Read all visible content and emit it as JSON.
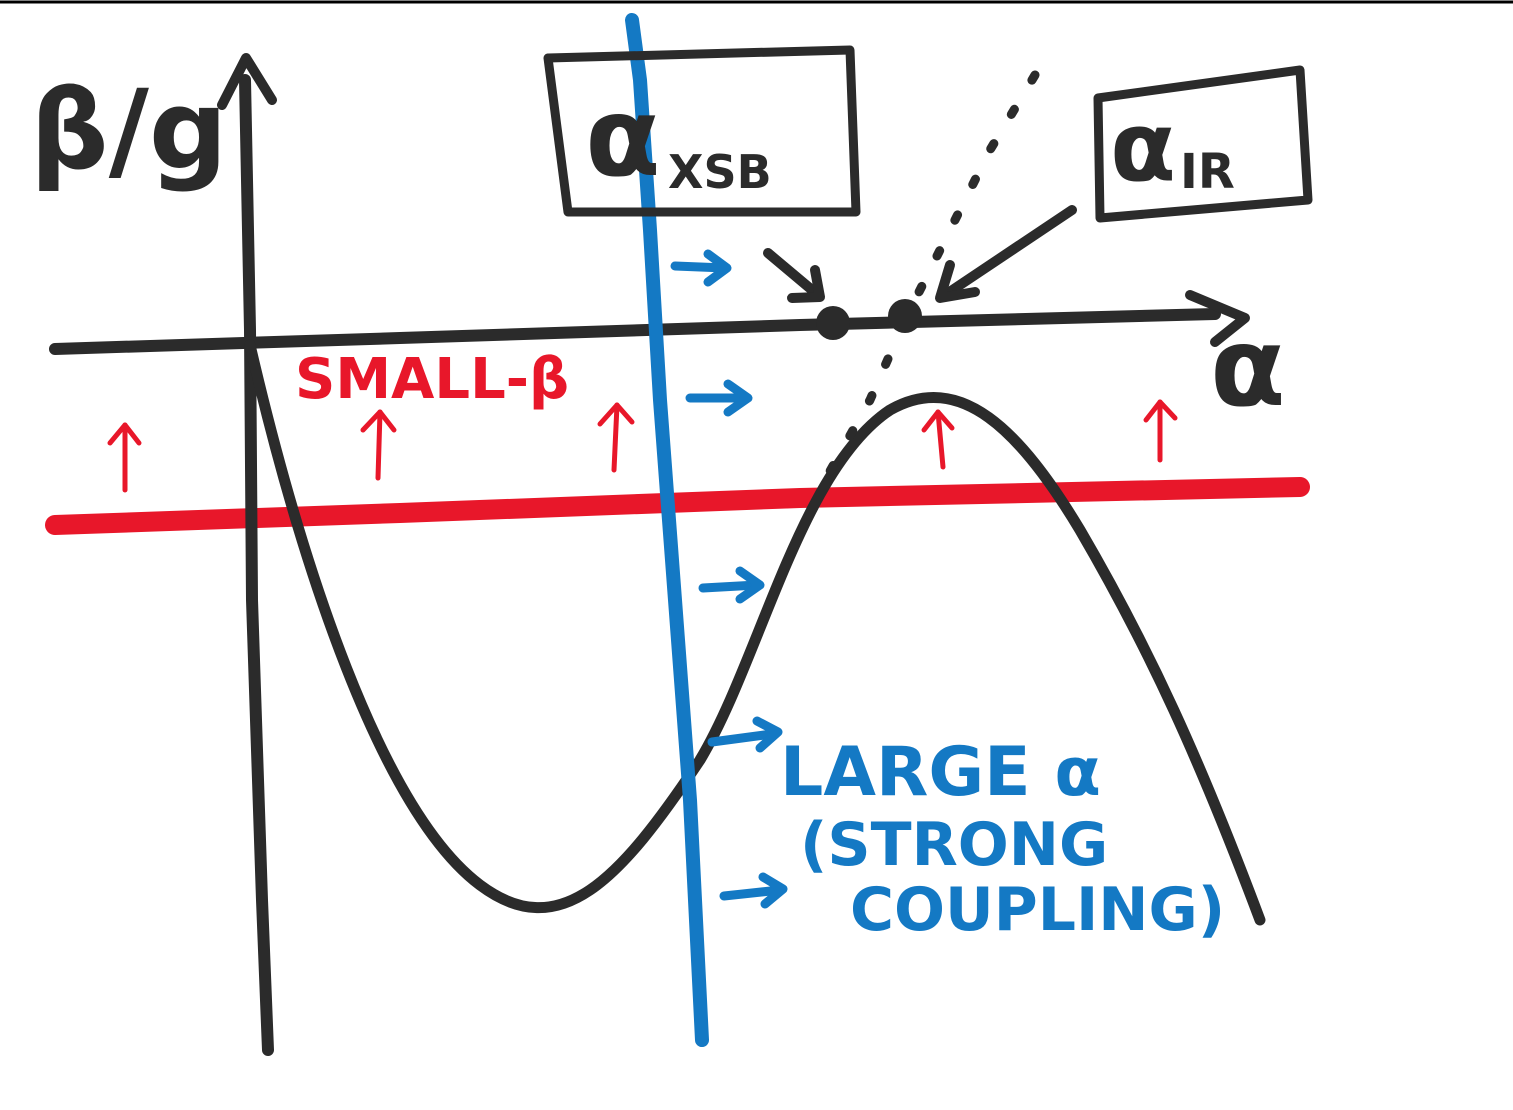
{
  "labels": {
    "y_axis": "β/g",
    "x_axis": "α",
    "box_left_main": "α",
    "box_left_sub": "XSB",
    "box_right_main": "α",
    "box_right_sub": "IR",
    "small_beta": "SMALL-β",
    "large_alpha_line1": "LARGE α",
    "large_alpha_line2": "(STRONG",
    "large_alpha_line3": "COUPLING)"
  },
  "colors": {
    "ink": "#2b2b2b",
    "red": "#e8172a",
    "blue": "#1479c4",
    "background": "#ffffff"
  }
}
